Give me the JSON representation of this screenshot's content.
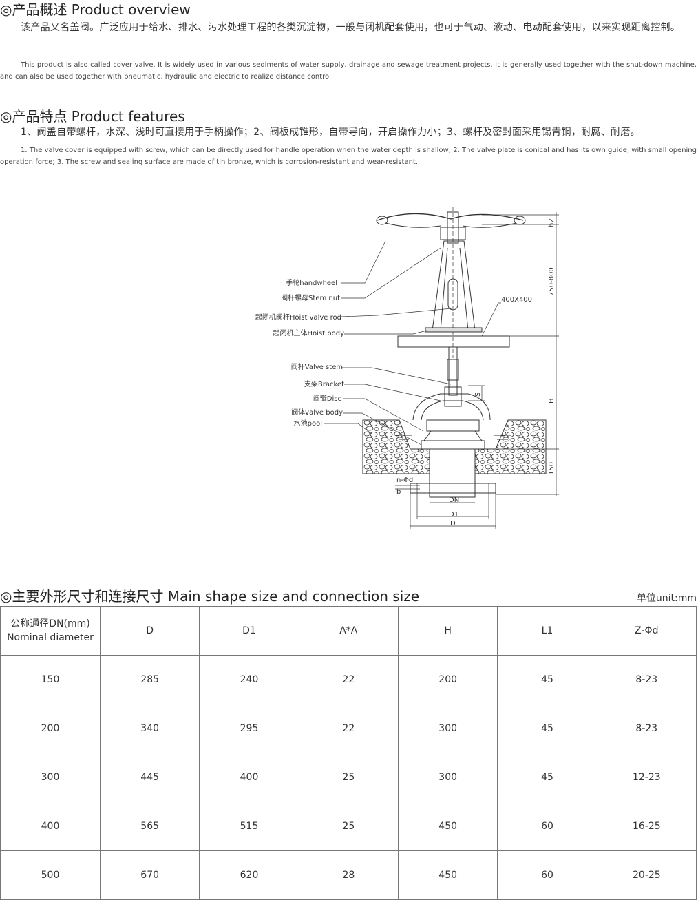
{
  "overview": {
    "title": "◎产品概述 Product overview",
    "zh": "该产品又名盖阀。广泛应用于给水、排水、污水处理工程的各类沉淀物，一般与闭机配套使用，也可于气动、液动、电动配套使用，以来实现距离控制。",
    "en": "This product is also called cover valve. It is widely used in various sediments of water supply, drainage and sewage treatment projects. It is generally used together with the shut-down machine, and can also be used together with pneumatic, hydraulic and electric to realize distance control."
  },
  "features": {
    "title": "◎产品特点 Product features",
    "zh": "1、阀盖自带螺杆，水深、浅时可直接用于手柄操作；2、阀板成锥形，自带导向，开启操作力小；3、螺杆及密封面采用锡青铜，耐腐、耐磨。",
    "en": "1. The valve cover is equipped with screw, which can be directly used for handle operation when the water depth is shallow; 2. The valve plate is conical and has its own guide, with small opening operation force; 3. The screw and sealing surface are made of tin bronze, which is corrosion-resistant and wear-resistant."
  },
  "diagram": {
    "labels": {
      "handwheel": "手轮handwheel",
      "stem_nut": "阀杆螺母Stem nut",
      "hoist_rod": "起闭机阀杆Hoist valve rod",
      "hoist_body": "起闭机主体Hoist body",
      "valve_stem": "阀杆Valve stem",
      "bracket": "支架Bracket",
      "disc": "阀瓣Disc",
      "valve_body": "阀体valve body",
      "pool": "水池pool"
    },
    "dims": {
      "h2": "h2",
      "height_range": "750-800",
      "size": "400X400",
      "s": "S",
      "h": "H",
      "d150": "150",
      "nd": "n-Φd",
      "b": "b",
      "dn": "DN",
      "d1": "D1",
      "d": "D"
    }
  },
  "table": {
    "title": "◎主要外形尺寸和连接尺寸 Main shape size and connection size",
    "unit": "单位unit:mm",
    "header_zh": "公称通径DN(mm)",
    "header_en": "Nominal diameter",
    "columns": [
      "D",
      "D1",
      "A*A",
      "H",
      "L1",
      "Z-Φd"
    ],
    "rows": [
      [
        "150",
        "285",
        "240",
        "22",
        "200",
        "45",
        "8-23"
      ],
      [
        "200",
        "340",
        "295",
        "22",
        "300",
        "45",
        "8-23"
      ],
      [
        "300",
        "445",
        "400",
        "25",
        "300",
        "45",
        "12-23"
      ],
      [
        "400",
        "565",
        "515",
        "25",
        "450",
        "60",
        "16-25"
      ],
      [
        "500",
        "670",
        "620",
        "28",
        "450",
        "60",
        "20-25"
      ]
    ]
  }
}
